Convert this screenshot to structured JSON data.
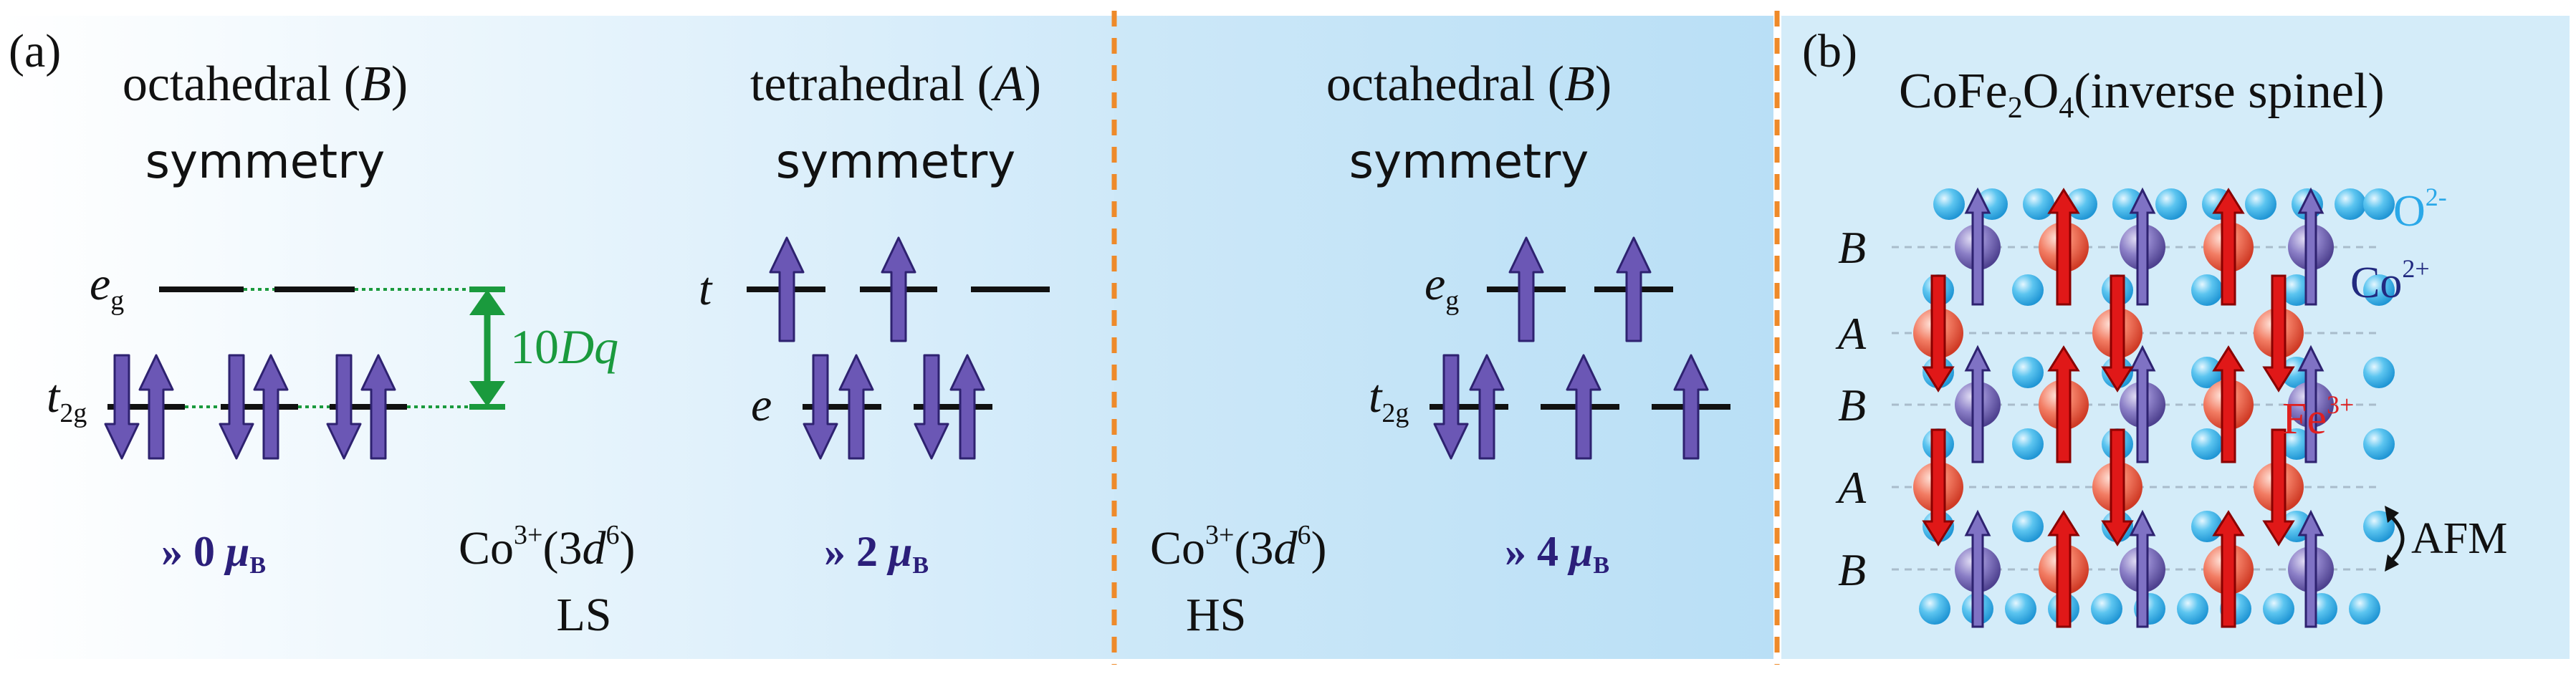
{
  "panel_a": {
    "label": "(a)",
    "ls_block": {
      "title_line1_pre": "octahedral (",
      "title_line1_sym": "B",
      "title_line1_post": ")",
      "title_line2": "symmetry",
      "level_upper": {
        "base": "e",
        "sub": "g"
      },
      "level_lower": {
        "base": "t",
        "sub": "2g"
      },
      "gap_label": {
        "num": "10",
        "var": "Dq"
      },
      "moment": {
        "prefix": "» 0 ",
        "mu": "μ",
        "sub": "B"
      }
    },
    "ion_ls": {
      "base": "Co",
      "sup": "3+",
      "config_pre": "(3",
      "config_var": "d",
      "config_sup": "6",
      "config_post": ")",
      "state": "LS"
    },
    "tetra_block": {
      "title_line1_pre": "tetrahedral (",
      "title_line1_sym": "A",
      "title_line1_post": ")",
      "title_line2": "symmetry",
      "level_upper": "t",
      "level_lower": "e",
      "moment": {
        "prefix": "» 2 ",
        "mu": "μ",
        "sub": "B"
      }
    },
    "ion_hs": {
      "base": "Co",
      "sup": "3+",
      "config_pre": "(3",
      "config_var": "d",
      "config_sup": "6",
      "config_post": ")",
      "state": "HS"
    },
    "hs_block": {
      "title_line1_pre": "octahedral (",
      "title_line1_sym": "B",
      "title_line1_post": ")",
      "title_line2": "symmetry",
      "level_upper": {
        "base": "e",
        "sub": "g"
      },
      "level_lower": {
        "base": "t",
        "sub": "2g"
      },
      "moment": {
        "prefix": "» 4 ",
        "mu": "μ",
        "sub": "B"
      }
    }
  },
  "panel_b": {
    "label": "(b)",
    "title": {
      "pre": "CoFe",
      "sub1": "2",
      "mid": "O",
      "sub2": "4",
      "post": "(inverse spinel)"
    },
    "layers": [
      "B",
      "A",
      "B",
      "A",
      "B"
    ],
    "ion_labels": {
      "oxygen": {
        "base": "O",
        "sup": "2-"
      },
      "cobalt": {
        "base": "Co",
        "sup": "2+"
      },
      "iron": {
        "base": "Fe",
        "sup": "3+"
      }
    },
    "coupling_label": "AFM"
  },
  "colors": {
    "bg_left_start": "#ffffff",
    "bg_left_end": "#d0eaf9",
    "bg_hs": "#c2e4f7",
    "bg_b": "#d4ecf9",
    "divider": "#ee8a2a",
    "spin": "#6b57b5",
    "spin_dark": "#2e2270",
    "moment_text": "#2b1f7a",
    "green": "#1a9a3d",
    "fe": "#e02020",
    "fe_ball": "#f26a55",
    "oxygen": "#35b3ea",
    "o_label": "#2aa8e8",
    "co_label": "#222a80"
  }
}
